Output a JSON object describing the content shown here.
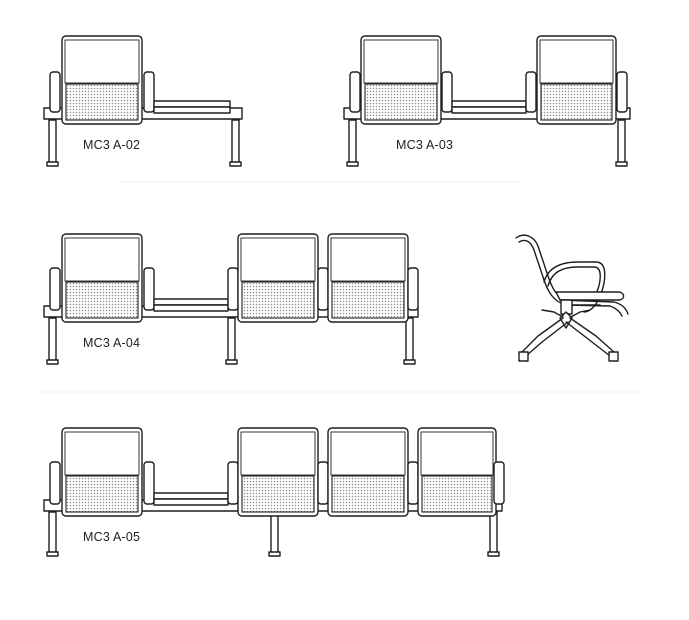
{
  "figure": {
    "models": [
      {
        "id": "a02",
        "label": "MC3 A-02",
        "seats": 1,
        "tables": 1
      },
      {
        "id": "a03",
        "label": "MC3 A-03",
        "seats": 2,
        "tables": 1
      },
      {
        "id": "a04",
        "label": "MC3 A-04",
        "seats": 3,
        "tables": 1
      },
      {
        "id": "a05",
        "label": "MC3 A-05",
        "seats": 4,
        "tables": 1
      }
    ],
    "side_view": {
      "name": "single-chair-side-view"
    },
    "colors": {
      "line": "#1e1e1e",
      "mesh": "#9a9a9a",
      "background": "#ffffff"
    }
  }
}
